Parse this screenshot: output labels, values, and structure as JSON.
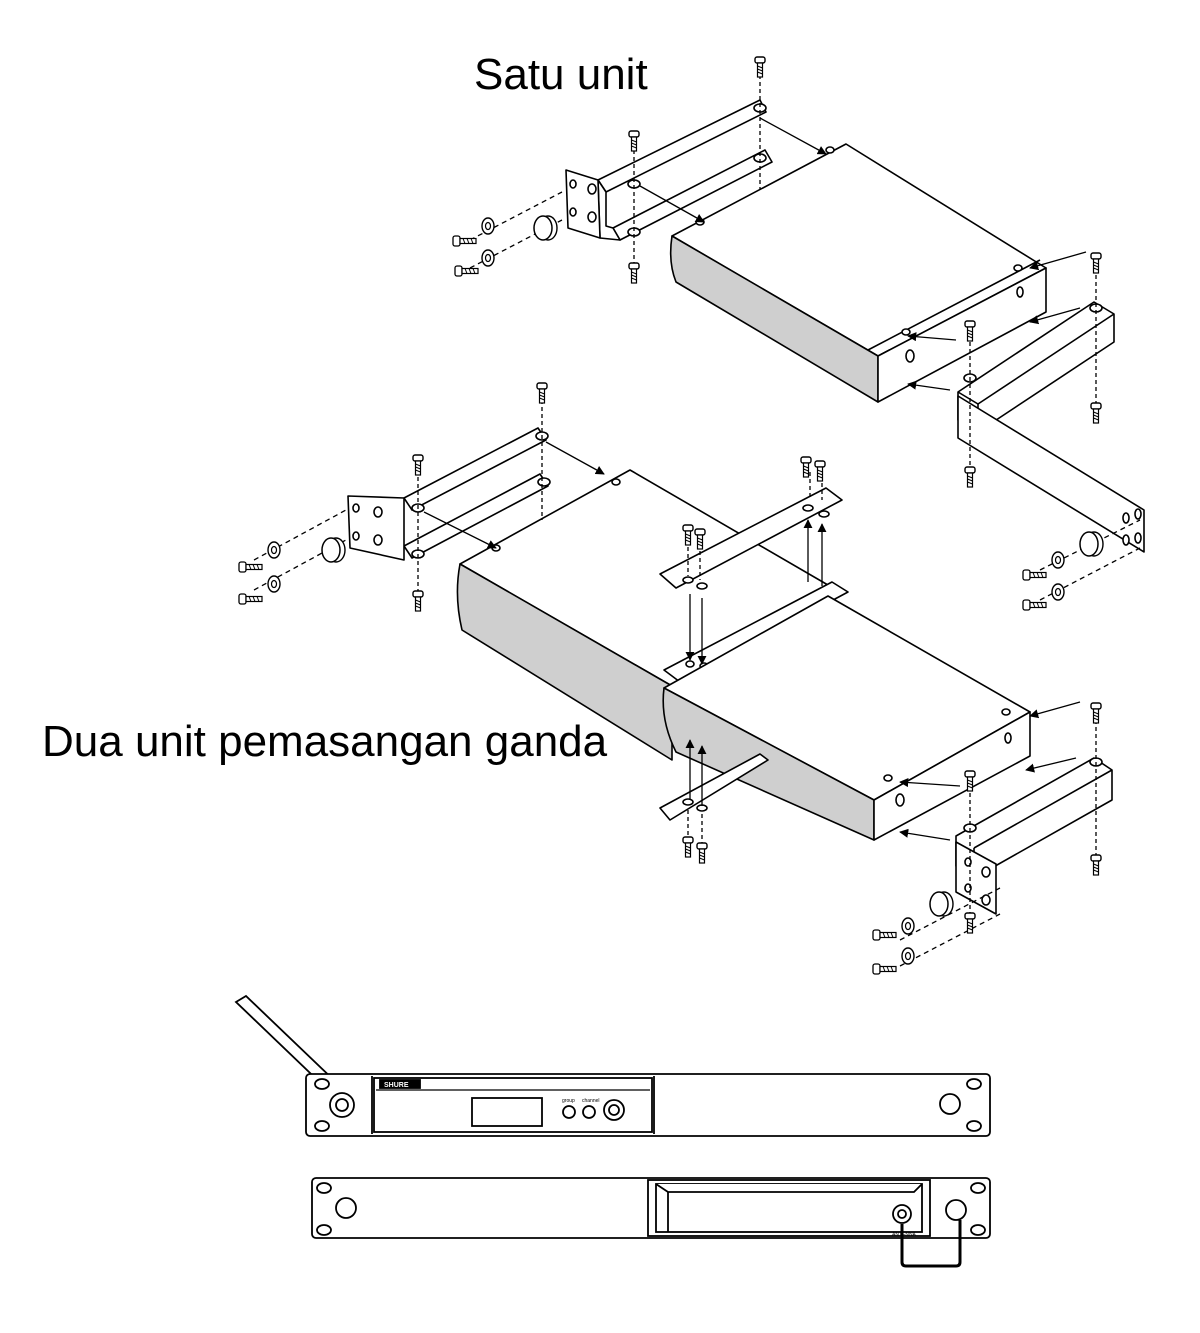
{
  "diagram": {
    "single_unit_label": "Satu unit",
    "dual_unit_label": "Dua unit pemasangan ganda",
    "front_panel": {
      "brand": "SHURE",
      "button_labels": [
        "group",
        "channel"
      ]
    },
    "rear_panel": {
      "port_label": "ANTENNA"
    }
  },
  "colors": {
    "line": "#000000",
    "unit_shade": "#cfcfcf",
    "background": "#ffffff"
  }
}
